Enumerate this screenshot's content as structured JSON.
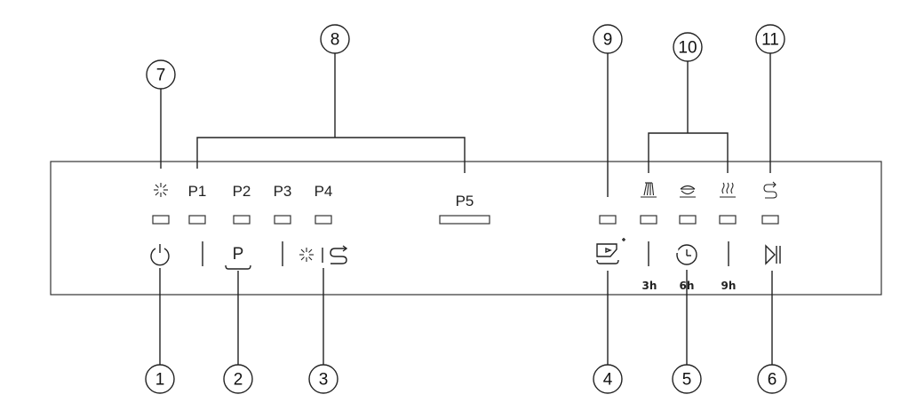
{
  "callouts": [
    "1",
    "2",
    "3",
    "4",
    "5",
    "6",
    "7",
    "8",
    "9",
    "10",
    "11"
  ],
  "programs": [
    "P1",
    "P2",
    "P3",
    "P4",
    "P5"
  ],
  "buttons": {
    "program_letter": "P"
  },
  "delay_hours": [
    "3h",
    "6h",
    "9h"
  ]
}
